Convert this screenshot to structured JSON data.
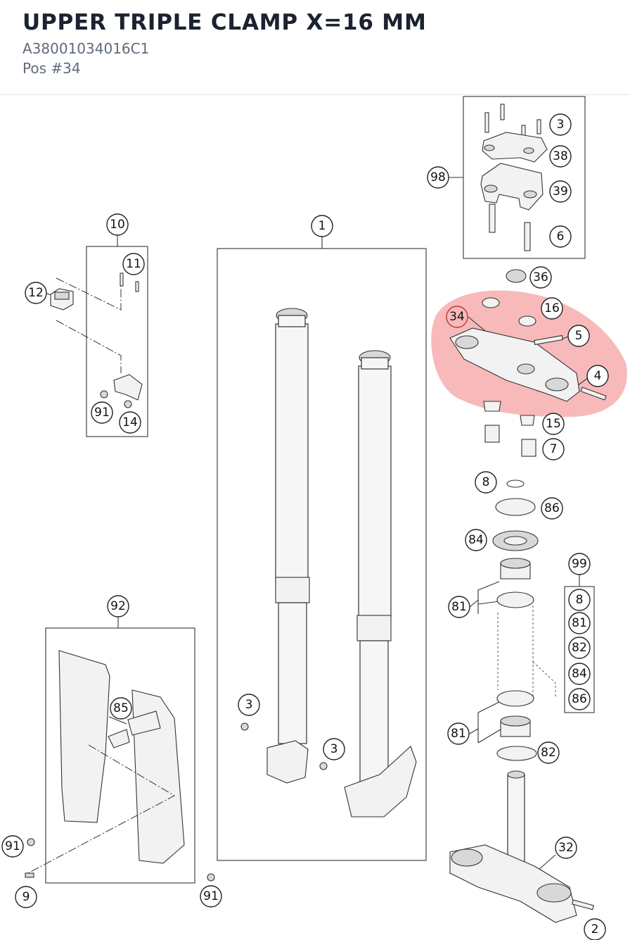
{
  "header": {
    "title": "UPPER TRIPLE CLAMP X=16 MM",
    "part_number": "A38001034016C1",
    "position": "Pos #34"
  },
  "highlight_color": "#f08080",
  "callouts": {
    "c1": "1",
    "c2": "2",
    "c3_top": "3",
    "c3_left": "3",
    "c3_right": "3",
    "c4": "4",
    "c5": "5",
    "c6": "6",
    "c7": "7",
    "c8a": "8",
    "c8b": "8",
    "c9": "9",
    "c10": "10",
    "c11": "11",
    "c12": "12",
    "c14": "14",
    "c15": "15",
    "c16": "16",
    "c32": "32",
    "c34": "34",
    "c36": "36",
    "c38": "38",
    "c39": "39",
    "c81a": "81",
    "c81b": "81",
    "c81c": "81",
    "c82a": "82",
    "c82b": "82",
    "c84a": "84",
    "c84b": "84",
    "c85": "85",
    "c86a": "86",
    "c86b": "86",
    "c91a": "91",
    "c91b": "91",
    "c91c": "91",
    "c92": "92",
    "c98": "98",
    "c99": "99"
  }
}
